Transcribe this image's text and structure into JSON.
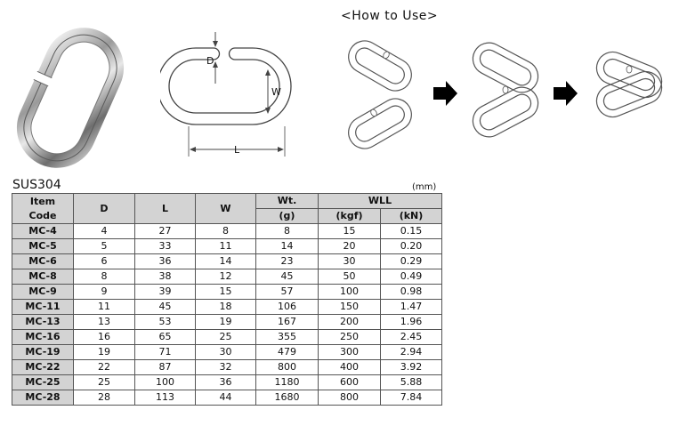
{
  "diagram": {
    "labels": {
      "d": "D",
      "w": "W",
      "l": "L"
    }
  },
  "howto": {
    "title": "<How to Use>"
  },
  "table": {
    "material": "SUS304",
    "unit": "(mm)",
    "headers": {
      "item_line1": "Item",
      "item_line2": "Code",
      "d": "D",
      "l": "L",
      "w": "W",
      "wt_line1": "Wt.",
      "wt_line2": "(g)",
      "wll": "WLL",
      "kgf": "(kgf)",
      "kn": "(kN)"
    },
    "rows": [
      {
        "code": "MC-4",
        "d": "4",
        "l": "27",
        "w": "8",
        "wt": "8",
        "kgf": "15",
        "kn": "0.15"
      },
      {
        "code": "MC-5",
        "d": "5",
        "l": "33",
        "w": "11",
        "wt": "14",
        "kgf": "20",
        "kn": "0.20"
      },
      {
        "code": "MC-6",
        "d": "6",
        "l": "36",
        "w": "14",
        "wt": "23",
        "kgf": "30",
        "kn": "0.29"
      },
      {
        "code": "MC-8",
        "d": "8",
        "l": "38",
        "w": "12",
        "wt": "45",
        "kgf": "50",
        "kn": "0.49"
      },
      {
        "code": "MC-9",
        "d": "9",
        "l": "39",
        "w": "15",
        "wt": "57",
        "kgf": "100",
        "kn": "0.98"
      },
      {
        "code": "MC-11",
        "d": "11",
        "l": "45",
        "w": "18",
        "wt": "106",
        "kgf": "150",
        "kn": "1.47"
      },
      {
        "code": "MC-13",
        "d": "13",
        "l": "53",
        "w": "19",
        "wt": "167",
        "kgf": "200",
        "kn": "1.96"
      },
      {
        "code": "MC-16",
        "d": "16",
        "l": "65",
        "w": "25",
        "wt": "355",
        "kgf": "250",
        "kn": "2.45"
      },
      {
        "code": "MC-19",
        "d": "19",
        "l": "71",
        "w": "30",
        "wt": "479",
        "kgf": "300",
        "kn": "2.94"
      },
      {
        "code": "MC-22",
        "d": "22",
        "l": "87",
        "w": "32",
        "wt": "800",
        "kgf": "400",
        "kn": "3.92"
      },
      {
        "code": "MC-25",
        "d": "25",
        "l": "100",
        "w": "36",
        "wt": "1180",
        "kgf": "600",
        "kn": "5.88"
      },
      {
        "code": "MC-28",
        "d": "28",
        "l": "113",
        "w": "44",
        "wt": "1680",
        "kgf": "800",
        "kn": "7.84"
      }
    ]
  }
}
